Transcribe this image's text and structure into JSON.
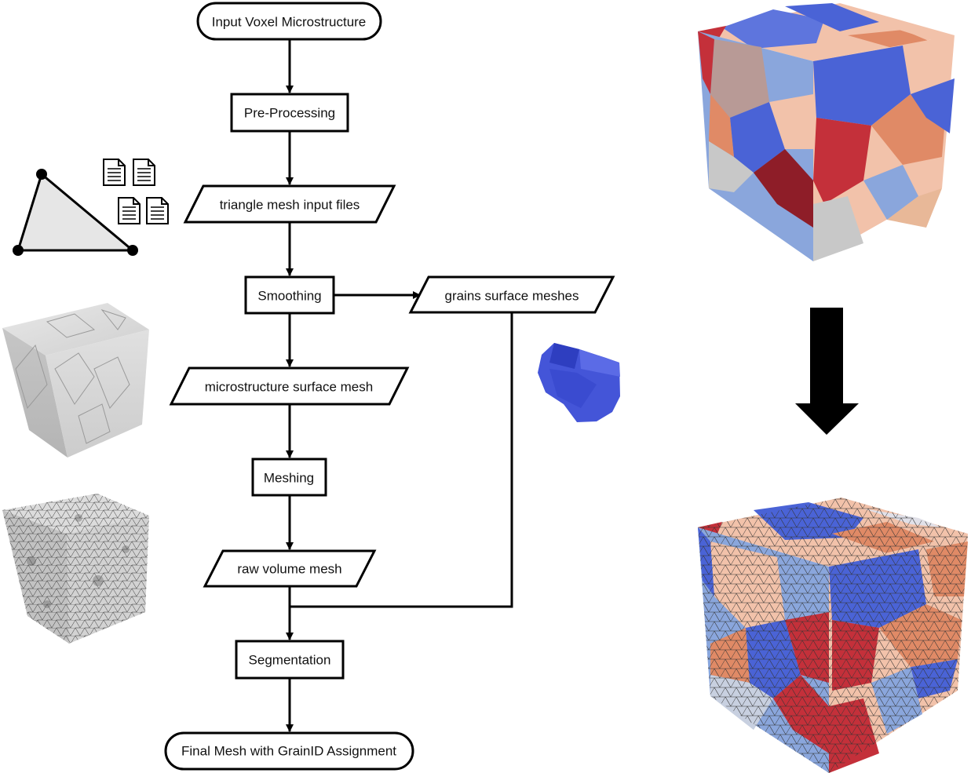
{
  "flowchart": {
    "nodes": [
      {
        "id": "input",
        "shape": "terminator",
        "label": "Input Voxel Microstructure"
      },
      {
        "id": "pre",
        "shape": "process",
        "label": "Pre-Processing"
      },
      {
        "id": "tri",
        "shape": "data",
        "label": "triangle mesh input files"
      },
      {
        "id": "smooth",
        "shape": "process",
        "label": "Smoothing"
      },
      {
        "id": "grains",
        "shape": "data",
        "label": "grains surface meshes"
      },
      {
        "id": "surf",
        "shape": "data",
        "label": "microstructure surface mesh"
      },
      {
        "id": "mesh",
        "shape": "process",
        "label": "Meshing"
      },
      {
        "id": "raw",
        "shape": "data",
        "label": "raw volume mesh"
      },
      {
        "id": "seg",
        "shape": "process",
        "label": "Segmentation"
      },
      {
        "id": "final",
        "shape": "terminator",
        "label": "Final Mesh with GrainID Assignment"
      }
    ],
    "edges": [
      {
        "from": "input",
        "to": "pre"
      },
      {
        "from": "pre",
        "to": "tri"
      },
      {
        "from": "tri",
        "to": "smooth"
      },
      {
        "from": "smooth",
        "to": "grains"
      },
      {
        "from": "smooth",
        "to": "surf"
      },
      {
        "from": "surf",
        "to": "mesh"
      },
      {
        "from": "mesh",
        "to": "raw"
      },
      {
        "from": "raw",
        "to": "seg"
      },
      {
        "from": "grains",
        "to": "seg"
      },
      {
        "from": "seg",
        "to": "final"
      }
    ]
  },
  "illustrations": {
    "triangle": "triangle-mesh-element",
    "documents": "document-icons",
    "gray_cube": "gray-surface-mesh-cube",
    "wire_cube": "gray-tetrahedral-mesh-cube",
    "single_grain": "single-blue-grain",
    "voxel_cube": "colored-voxel-microstructure-cube",
    "big_arrow": "down-arrow-icon",
    "meshed_cube": "colored-meshed-microstructure-cube"
  },
  "colors": {
    "line": "#000000",
    "grain_blue": "#4a63d6",
    "grain_red": "#c4303a",
    "grain_peach": "#f2c2aa",
    "grain_orange": "#e08a66",
    "grain_lightblue": "#8aa6dc",
    "grain_darkred": "#8e1d28",
    "gray_cube": "#c8c8c8"
  }
}
